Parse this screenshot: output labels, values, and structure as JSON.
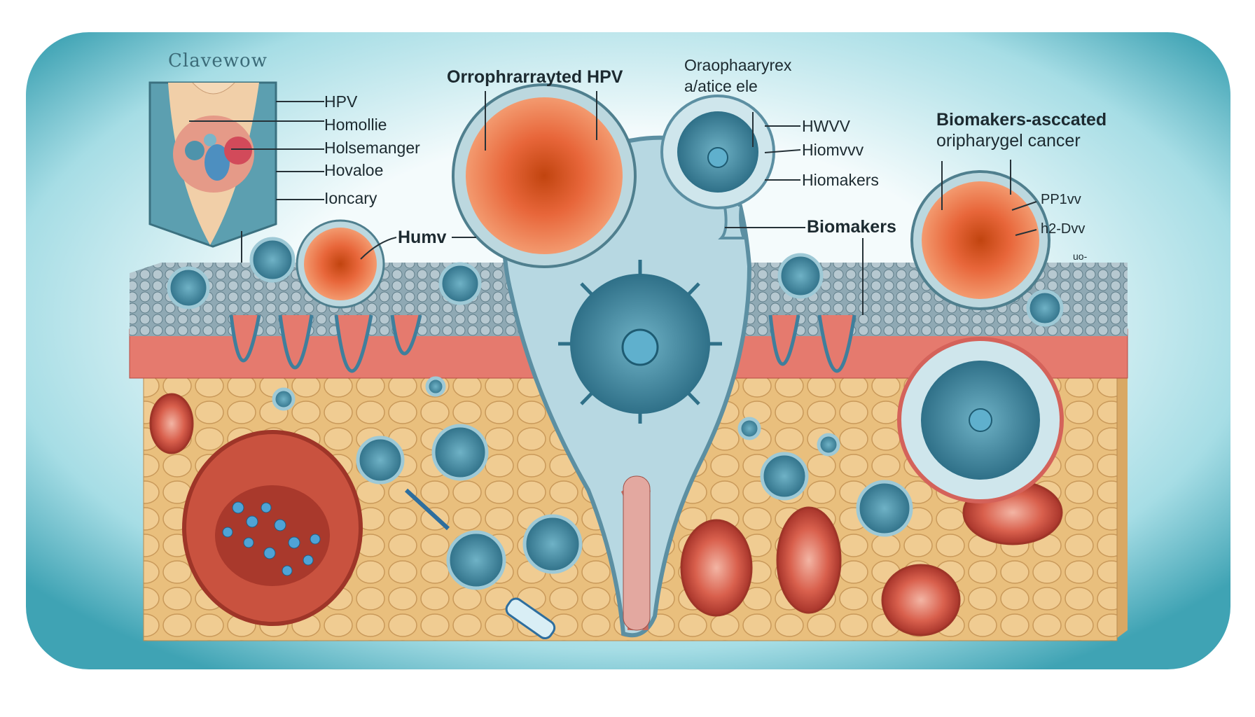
{
  "logo_text": "Clavewow",
  "inset_labels": [
    "HPV",
    "Homollie",
    "Holsemanger",
    "Hovaloe",
    "Ioncary"
  ],
  "left_label": "Humv",
  "center_title": "Orrophrarrayted HPV",
  "center_subtitle": [
    "Oraophaaryrex",
    "a/atice ele"
  ],
  "cell_labels": [
    "HWVV",
    "Hiomvvv",
    "Hiomakers"
  ],
  "biomakers_label": "Biomakers",
  "right_title": [
    "Biomakers-asccated",
    "oripharygel cancer"
  ],
  "right_labels": [
    "PP1vv",
    "h2-Dvv",
    "uo-"
  ],
  "colors": {
    "panel_edge": "#3fa3b4",
    "panel_center": "#f4fbfc",
    "tumor": "#e8663a",
    "virus": "#4a8fa6",
    "tissue": "#e9bf7d",
    "dermis": "#e57a6e"
  }
}
